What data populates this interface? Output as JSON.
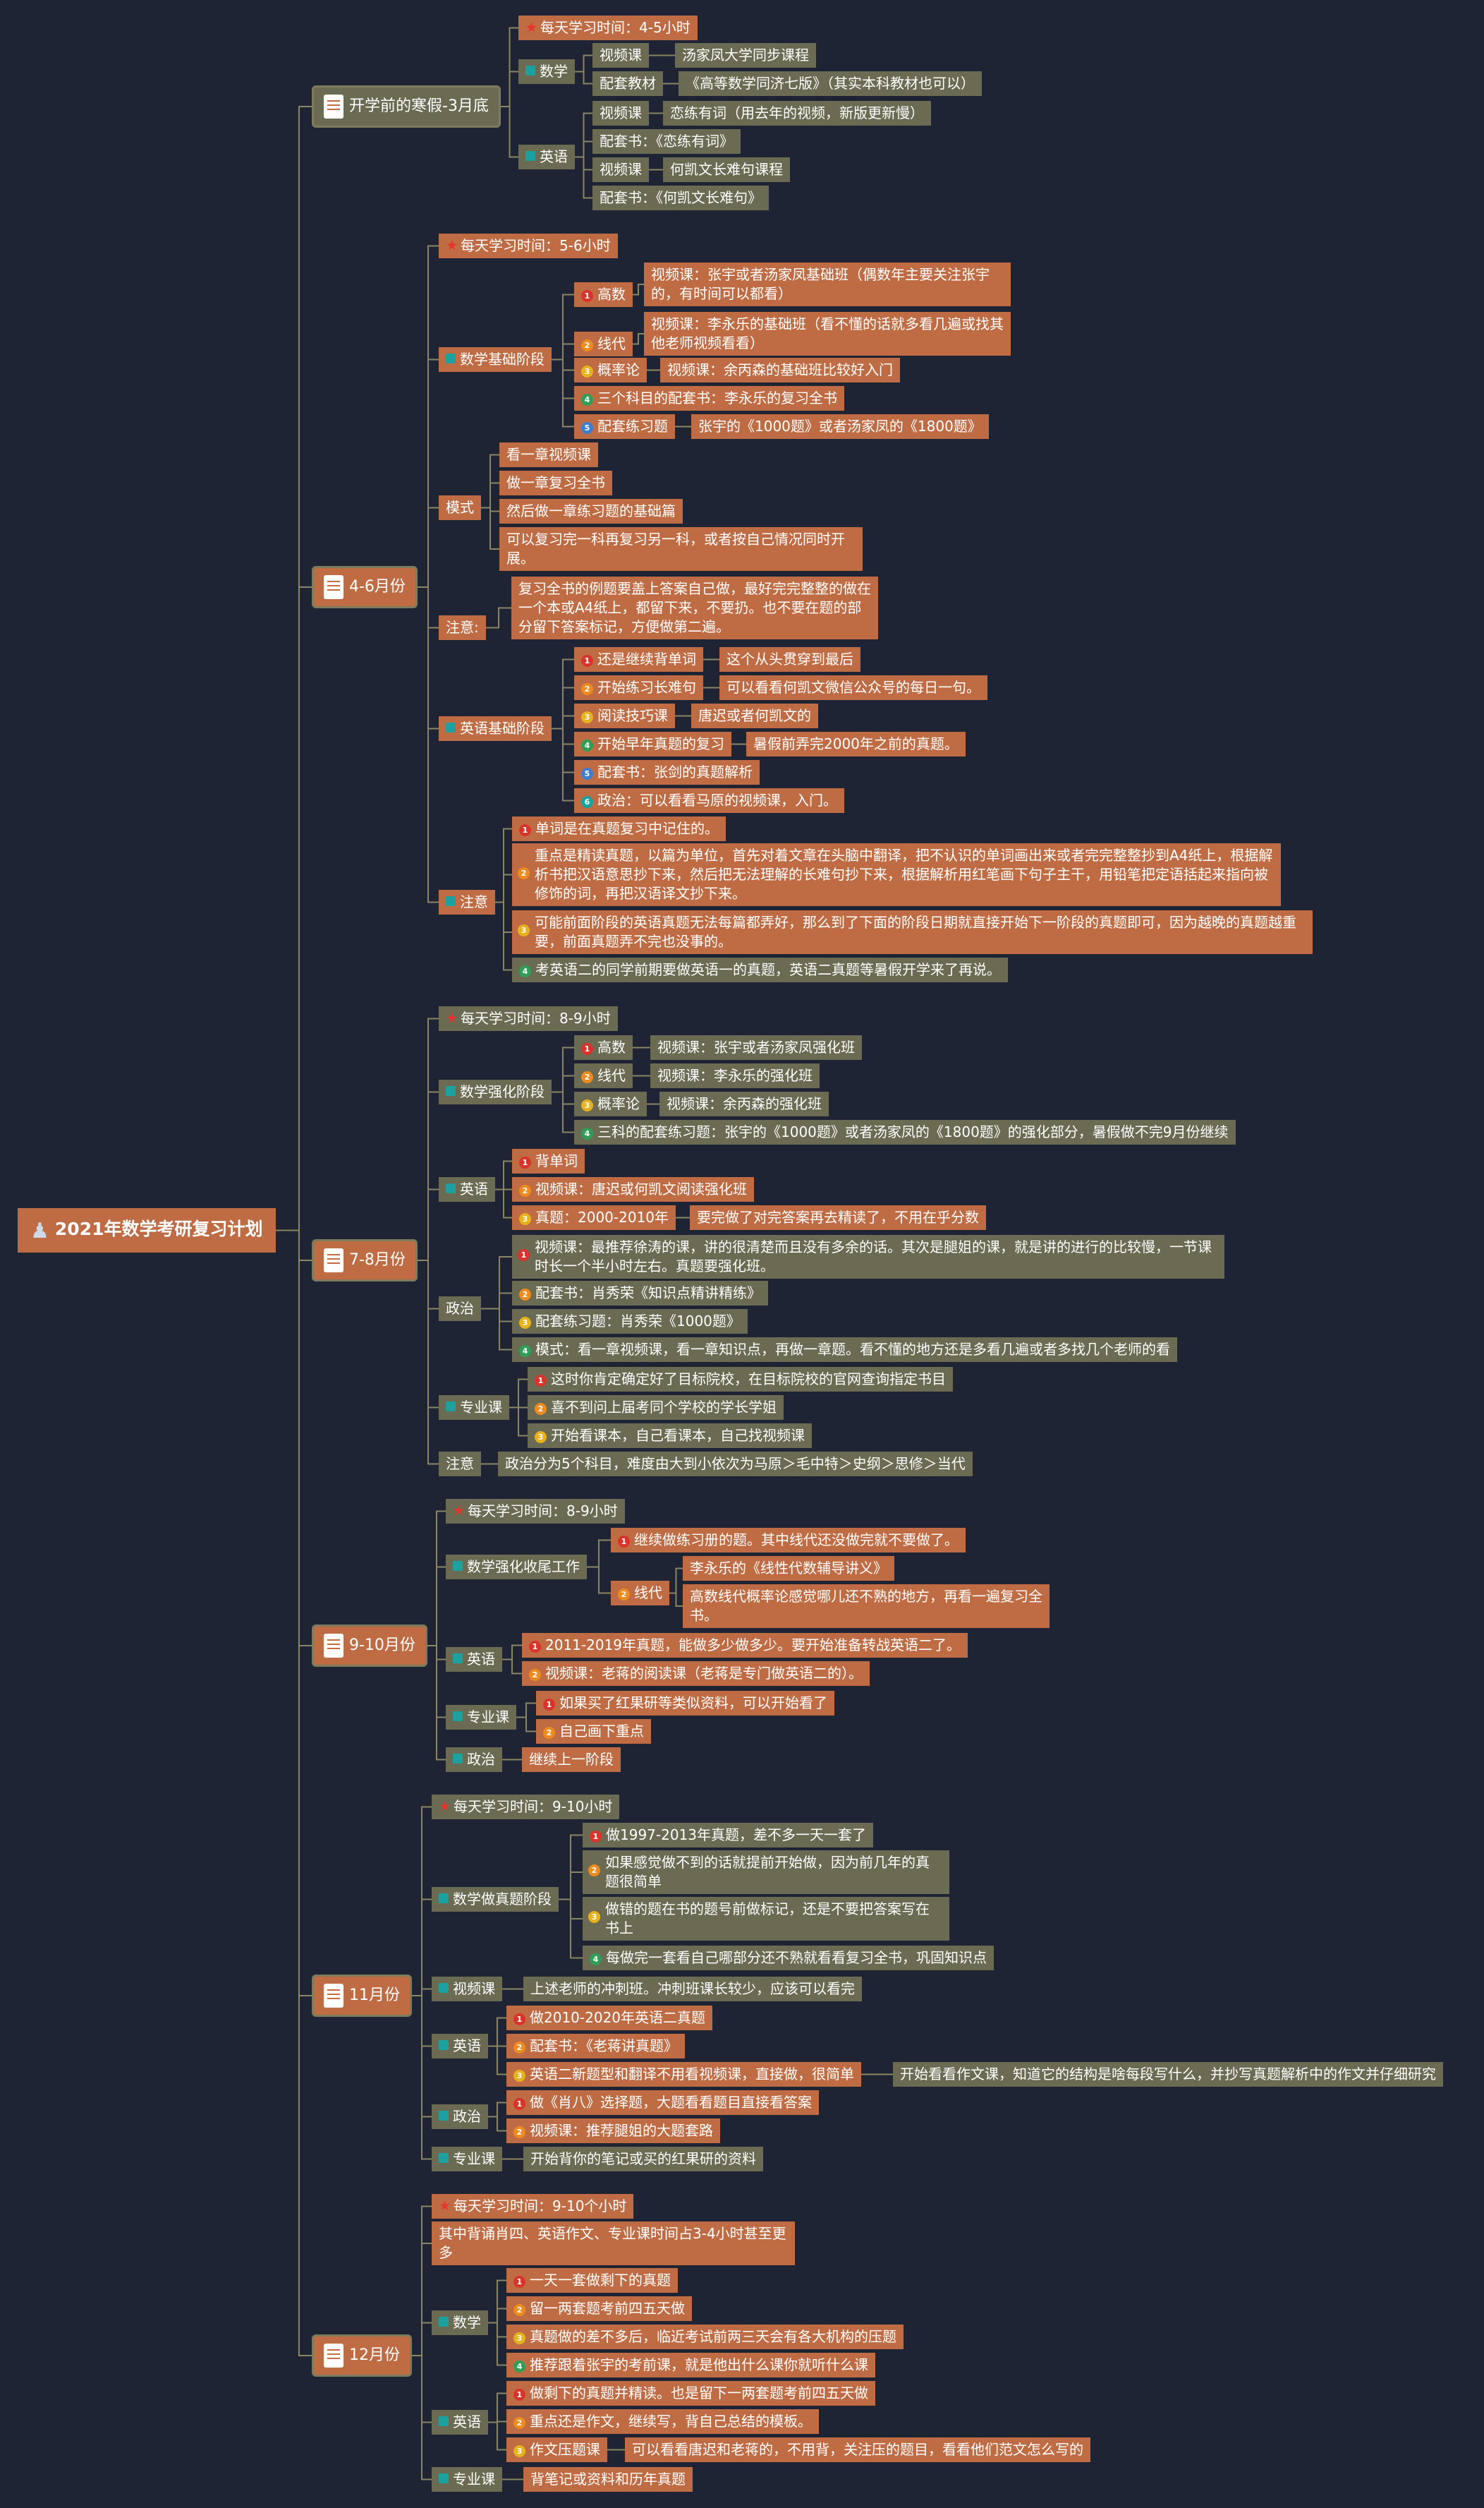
{
  "root": {
    "title": "2021年数学考研复习计划"
  },
  "colors": {
    "background": "#1e2433",
    "connector": "#8a8562",
    "orange": "#bf6c44",
    "olive": "#6b6a53"
  },
  "sections": [
    {
      "label": "开学前的寒假-3月底",
      "children": [
        {
          "label": "每天学习时间：4-5小时"
        },
        {
          "label": "数学",
          "children": [
            {
              "label": "视频课",
              "children": [
                {
                  "label": "汤家凤大学同步课程"
                }
              ]
            },
            {
              "label": "配套教材",
              "children": [
                {
                  "label": "《高等数学同济七版》（其实本科教材也可以）"
                }
              ]
            }
          ]
        },
        {
          "label": "英语",
          "children": [
            {
              "label": "视频课",
              "children": [
                {
                  "label": "恋练有词（用去年的视频，新版更新慢）"
                }
              ]
            },
            {
              "label": "配套书：《恋练有词》"
            },
            {
              "label": "视频课",
              "children": [
                {
                  "label": "何凯文长难句课程"
                }
              ]
            },
            {
              "label": "配套书：《何凯文长难句》"
            }
          ]
        }
      ]
    },
    {
      "label": "4-6月份",
      "children": [
        {
          "label": "每天学习时间：5-6小时"
        },
        {
          "label": "数学基础阶段",
          "children": [
            {
              "label": "高数",
              "children": [
                {
                  "label": "视频课：张宇或者汤家凤基础班（偶数年主要关注张宇的，有时间可以都看）"
                }
              ]
            },
            {
              "label": "线代",
              "children": [
                {
                  "label": "视频课：李永乐的基础班（看不懂的话就多看几遍或找其他老师视频看看）"
                }
              ]
            },
            {
              "label": "概率论",
              "children": [
                {
                  "label": "视频课：余丙森的基础班比较好入门"
                }
              ]
            },
            {
              "label": "三个科目的配套书：李永乐的复习全书"
            },
            {
              "label": "配套练习题",
              "children": [
                {
                  "label": "张宇的《1000题》或者汤家凤的《1800题》"
                }
              ]
            }
          ]
        },
        {
          "label": "模式",
          "children": [
            {
              "label": "看一章视频课"
            },
            {
              "label": "做一章复习全书"
            },
            {
              "label": "然后做一章练习题的基础篇"
            },
            {
              "label": "可以复习完一科再复习另一科，或者按自己情况同时开展。"
            }
          ]
        },
        {
          "label": "注意:",
          "children": [
            {
              "label": "复习全书的例题要盖上答案自己做，最好完完整整的做在一个本或A4纸上，都留下来，不要扔。也不要在题的部分留下答案标记，方便做第二遍。"
            }
          ]
        },
        {
          "label": "英语基础阶段",
          "children": [
            {
              "label": "还是继续背单词",
              "children": [
                {
                  "label": "这个从头贯穿到最后"
                }
              ]
            },
            {
              "label": "开始练习长难句",
              "children": [
                {
                  "label": "可以看看何凯文微信公众号的每日一句。"
                }
              ]
            },
            {
              "label": "阅读技巧课",
              "children": [
                {
                  "label": "唐迟或者何凯文的"
                }
              ]
            },
            {
              "label": "开始早年真题的复习",
              "children": [
                {
                  "label": "暑假前弄完2000年之前的真题。"
                }
              ]
            },
            {
              "label": "配套书：张剑的真题解析"
            },
            {
              "label": "政治：可以看看马原的视频课，入门。"
            }
          ]
        },
        {
          "label": "注意",
          "children": [
            {
              "label": "单词是在真题复习中记住的。"
            },
            {
              "label": "重点是精读真题，以篇为单位，首先对着文章在头脑中翻译，把不认识的单词画出来或者完完整整抄到A4纸上，根据解析书把汉语意思抄下来，然后把无法理解的长难句抄下来，根据解析用红笔画下句子主干，用铅笔把定语括起来指向被修饰的词，再把汉语译文抄下来。"
            },
            {
              "label": "可能前面阶段的英语真题无法每篇都弄好，那么到了下面的阶段日期就直接开始下一阶段的真题即可，因为越晚的真题越重要，前面真题弄不完也没事的。"
            },
            {
              "label": "考英语二的同学前期要做英语一的真题，英语二真题等暑假开学来了再说。"
            }
          ]
        }
      ]
    },
    {
      "label": "7-8月份",
      "children": [
        {
          "label": "每天学习时间：8-9小时"
        },
        {
          "label": "数学强化阶段",
          "children": [
            {
              "label": "高数",
              "children": [
                {
                  "label": "视频课：张宇或者汤家凤强化班"
                }
              ]
            },
            {
              "label": "线代",
              "children": [
                {
                  "label": "视频课：李永乐的强化班"
                }
              ]
            },
            {
              "label": "概率论",
              "children": [
                {
                  "label": "视频课：余丙森的强化班"
                }
              ]
            },
            {
              "label": "三科的配套练习题：张宇的《1000题》或者汤家凤的《1800题》的强化部分，暑假做不完9月份继续"
            }
          ]
        },
        {
          "label": "英语",
          "children": [
            {
              "label": "背单词"
            },
            {
              "label": "视频课：唐迟或何凯文阅读强化班"
            },
            {
              "label": "真题：2000-2010年",
              "children": [
                {
                  "label": "要完做了对完答案再去精读了，不用在乎分数"
                }
              ]
            }
          ]
        },
        {
          "label": "政治",
          "children": [
            {
              "label": "视频课：最推荐徐涛的课，讲的很清楚而且没有多余的话。其次是腿姐的课，就是讲的进行的比较慢，一节课时长一个半小时左右。真题要强化班。"
            },
            {
              "label": "配套书：肖秀荣《知识点精讲精练》"
            },
            {
              "label": "配套练习题：肖秀荣《1000题》"
            },
            {
              "label": "模式：看一章视频课，看一章知识点，再做一章题。看不懂的地方还是多看几遍或者多找几个老师的看"
            }
          ]
        },
        {
          "label": "专业课",
          "children": [
            {
              "label": "这时你肯定确定好了目标院校，在目标院校的官网查询指定书目"
            },
            {
              "label": "喜不到问上届考同个学校的学长学姐"
            },
            {
              "label": "开始看课本，自己看课本，自己找视频课"
            }
          ]
        },
        {
          "label": "注意",
          "children": [
            {
              "label": "政治分为5个科目，难度由大到小依次为马原＞毛中特＞史纲＞思修＞当代"
            }
          ]
        }
      ]
    },
    {
      "label": "9-10月份",
      "children": [
        {
          "label": "每天学习时间：8-9小时"
        },
        {
          "label": "数学强化收尾工作",
          "children": [
            {
              "label": "继续做练习册的题。其中线代还没做完就不要做了。"
            },
            {
              "label": "线代",
              "children": [
                {
                  "label": "李永乐的《线性代数辅导讲义》"
                },
                {
                  "label": "高数线代概率论感觉哪儿还不熟的地方，再看一遍复习全书。"
                }
              ]
            }
          ]
        },
        {
          "label": "英语",
          "children": [
            {
              "label": "2011-2019年真题，能做多少做多少。要开始准备转战英语二了。"
            },
            {
              "label": "视频课：老蒋的阅读课（老蒋是专门做英语二的）。"
            }
          ]
        },
        {
          "label": "专业课",
          "children": [
            {
              "label": "如果买了红果研等类似资料，可以开始看了"
            },
            {
              "label": "自己画下重点"
            }
          ]
        },
        {
          "label": "政治",
          "children": [
            {
              "label": "继续上一阶段"
            }
          ]
        }
      ]
    },
    {
      "label": "11月份",
      "children": [
        {
          "label": "每天学习时间：9-10小时"
        },
        {
          "label": "数学做真题阶段",
          "children": [
            {
              "label": "做1997-2013年真题，差不多一天一套了"
            },
            {
              "label": "如果感觉做不到的话就提前开始做，因为前几年的真题很简单"
            },
            {
              "label": "做错的题在书的题号前做标记，还是不要把答案写在书上"
            },
            {
              "label": "每做完一套看自己哪部分还不熟就看看复习全书，巩固知识点"
            }
          ]
        },
        {
          "label": "视频课",
          "children": [
            {
              "label": "上述老师的冲刺班。冲刺班课长较少，应该可以看完"
            }
          ]
        },
        {
          "label": "英语",
          "children": [
            {
              "label": "做2010-2020年英语二真题"
            },
            {
              "label": "配套书：《老蒋讲真题》"
            },
            {
              "label": "英语二新题型和翻译不用看视频课，直接做，很简单",
              "children": [
                {
                  "label": "开始看看作文课，知道它的结构是啥每段写什么，并抄写真题解析中的作文并仔细研究"
                }
              ]
            }
          ]
        },
        {
          "label": "政治",
          "children": [
            {
              "label": "做《肖八》选择题，大题看看题目直接看答案"
            },
            {
              "label": "视频课：推荐腿姐的大题套路"
            }
          ]
        },
        {
          "label": "专业课",
          "children": [
            {
              "label": "开始背你的笔记或买的红果研的资料"
            }
          ]
        }
      ]
    },
    {
      "label": "12月份",
      "children": [
        {
          "label": "每天学习时间：9-10个小时"
        },
        {
          "label": "其中背诵肖四、英语作文、专业课时间占3-4小时甚至更多"
        },
        {
          "label": "数学",
          "children": [
            {
              "label": "一天一套做剩下的真题"
            },
            {
              "label": "留一两套题考前四五天做"
            },
            {
              "label": "真题做的差不多后，临近考试前两三天会有各大机构的压题"
            },
            {
              "label": "推荐跟着张宇的考前课，就是他出什么课你就听什么课"
            }
          ]
        },
        {
          "label": "英语",
          "children": [
            {
              "label": "做剩下的真题并精读。也是留下一两套题考前四五天做"
            },
            {
              "label": "重点还是作文，继续写，背自己总结的模板。"
            },
            {
              "label": "作文压题课",
              "children": [
                {
                  "label": "可以看看唐迟和老蒋的，不用背，关注压的题目，看看他们范文怎么写的"
                }
              ]
            }
          ]
        },
        {
          "label": "专业课",
          "children": [
            {
              "label": "背笔记或资料和历年真题"
            }
          ]
        }
      ]
    }
  ]
}
